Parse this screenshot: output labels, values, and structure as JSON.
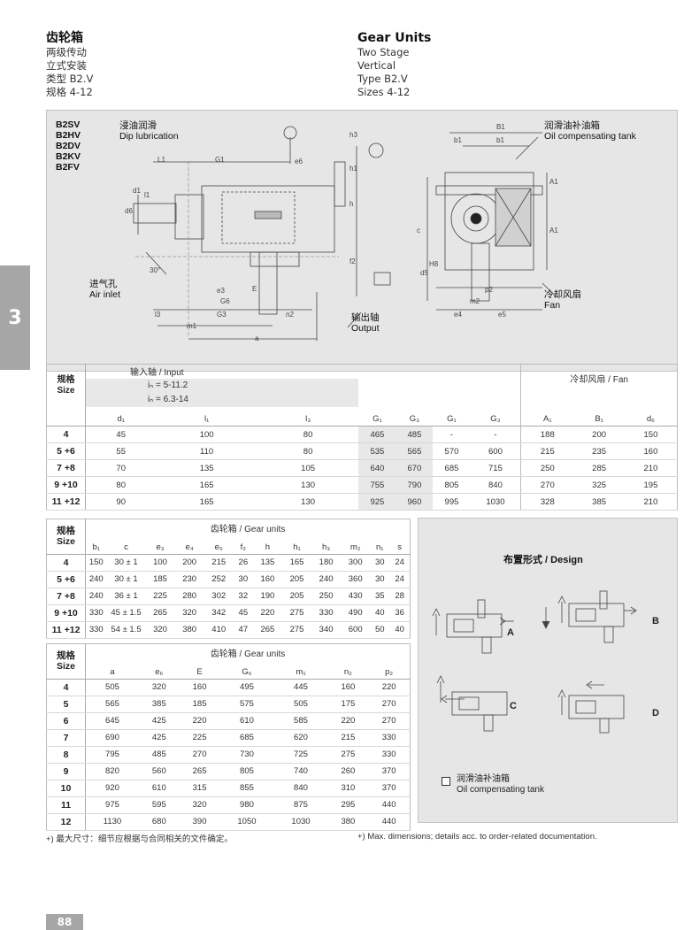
{
  "header_zh": {
    "title": "齿轮箱",
    "line1": "两级传动",
    "line2": "立式安装",
    "line3": "类型 B2.V",
    "line4": "规格 4-12"
  },
  "header_en": {
    "title": "Gear Units",
    "line1": "Two Stage",
    "line2": "Vertical",
    "line3": "Type B2.V",
    "line4": "Sizes 4-12"
  },
  "chapter_tab": "3",
  "drawing": {
    "types": [
      "B2SV",
      "B2HV",
      "B2DV",
      "B2KV",
      "B2FV"
    ],
    "dip_zh": "浸油润滑",
    "dip_en": "Dip lubrication",
    "air_zh": "进气孔",
    "air_en": "Air inlet",
    "output_zh": "输出轴",
    "output_en": "Output",
    "oil_zh": "润滑油补油箱",
    "oil_en": "Oil compensating tank",
    "fan_zh": "冷却风扇",
    "fan_en": "Fan",
    "angle": "30°",
    "dims": [
      "L1",
      "G1",
      "e6",
      "h3",
      "h1",
      "h",
      "d1",
      "d6",
      "l1",
      "f2",
      "e3",
      "E",
      "G6",
      "G3",
      "n2",
      "l3",
      "m1",
      "a",
      "B1",
      "b1",
      "b1",
      "c",
      "d5",
      "A1",
      "A1",
      "p2",
      "m2",
      "e4",
      "e5",
      "H8"
    ]
  },
  "table1": {
    "size_zh": "规格",
    "size_en": "Size",
    "input_label": "输入轴 / Input",
    "ratio1": "iₙ = 5-11.2",
    "ratio2": "iₙ = 6.3-14",
    "fan_label": "冷却风扇 / Fan",
    "headers": [
      "d₁",
      "l₁",
      "l₃",
      "G₁",
      "G₃",
      "G₁",
      "G₃",
      "A₁",
      "B₁",
      "d₆"
    ],
    "rows": [
      {
        "size": "4",
        "v": [
          "45",
          "100",
          "80",
          "465",
          "485",
          "-",
          "-",
          "188",
          "200",
          "150"
        ]
      },
      {
        "size": "5 +6",
        "v": [
          "55",
          "110",
          "80",
          "535",
          "565",
          "570",
          "600",
          "215",
          "235",
          "160"
        ]
      },
      {
        "size": "7 +8",
        "v": [
          "70",
          "135",
          "105",
          "640",
          "670",
          "685",
          "715",
          "250",
          "285",
          "210"
        ]
      },
      {
        "size": "9 +10",
        "v": [
          "80",
          "165",
          "130",
          "755",
          "790",
          "805",
          "840",
          "270",
          "325",
          "195"
        ]
      },
      {
        "size": "11 +12",
        "v": [
          "90",
          "165",
          "130",
          "925",
          "960",
          "995",
          "1030",
          "328",
          "385",
          "210"
        ]
      }
    ]
  },
  "table2": {
    "size_zh": "规格",
    "size_en": "Size",
    "title": "齿轮箱 / Gear units",
    "headers": [
      "b₁",
      "c",
      "e₃",
      "e₄",
      "e₅",
      "f₂",
      "h",
      "h₁",
      "h₃",
      "m₂",
      "n₁",
      "s"
    ],
    "rows": [
      {
        "size": "4",
        "v": [
          "150",
          "30 ± 1",
          "100",
          "200",
          "215",
          "26",
          "135",
          "165",
          "180",
          "300",
          "30",
          "24"
        ]
      },
      {
        "size": "5 +6",
        "v": [
          "240",
          "30 ± 1",
          "185",
          "230",
          "252",
          "30",
          "160",
          "205",
          "240",
          "360",
          "30",
          "24"
        ]
      },
      {
        "size": "7 +8",
        "v": [
          "240",
          "36 ± 1",
          "225",
          "280",
          "302",
          "32",
          "190",
          "205",
          "250",
          "430",
          "35",
          "28"
        ]
      },
      {
        "size": "9 +10",
        "v": [
          "330",
          "45 ± 1.5",
          "265",
          "320",
          "342",
          "45",
          "220",
          "275",
          "330",
          "490",
          "40",
          "36"
        ]
      },
      {
        "size": "11 +12",
        "v": [
          "330",
          "54 ± 1.5",
          "320",
          "380",
          "410",
          "47",
          "265",
          "275",
          "340",
          "600",
          "50",
          "40"
        ]
      }
    ]
  },
  "table3": {
    "size_zh": "规格",
    "size_en": "Size",
    "title": "齿轮箱 / Gear units",
    "headers": [
      "a",
      "e₆",
      "E",
      "G₆",
      "m₁",
      "n₂",
      "p₂"
    ],
    "rows": [
      {
        "size": "4",
        "v": [
          "505",
          "320",
          "160",
          "495",
          "445",
          "160",
          "220"
        ]
      },
      {
        "size": "5",
        "v": [
          "565",
          "385",
          "185",
          "575",
          "505",
          "175",
          "270"
        ]
      },
      {
        "size": "6",
        "v": [
          "645",
          "425",
          "220",
          "610",
          "585",
          "220",
          "270"
        ]
      },
      {
        "size": "7",
        "v": [
          "690",
          "425",
          "225",
          "685",
          "620",
          "215",
          "330"
        ]
      },
      {
        "size": "8",
        "v": [
          "795",
          "485",
          "270",
          "730",
          "725",
          "275",
          "330"
        ]
      },
      {
        "size": "9",
        "v": [
          "820",
          "560",
          "265",
          "805",
          "740",
          "260",
          "370"
        ]
      },
      {
        "size": "10",
        "v": [
          "920",
          "610",
          "315",
          "855",
          "840",
          "310",
          "370"
        ]
      },
      {
        "size": "11",
        "v": [
          "975",
          "595",
          "320",
          "980",
          "875",
          "295",
          "440"
        ]
      },
      {
        "size": "12",
        "v": [
          "1130",
          "680",
          "390",
          "1050",
          "1030",
          "380",
          "440"
        ]
      }
    ]
  },
  "design": {
    "title": "布置形式 / Design",
    "labels": [
      "A",
      "B",
      "C",
      "D"
    ],
    "legend_zh": "润滑油补油箱",
    "legend_en": "Oil compensating tank"
  },
  "footnote_zh": "+) 最大尺寸：细节应根据与合同相关的文件确定。",
  "footnote_en": "+) Max. dimensions; details acc. to order-related documentation.",
  "page_number": "88"
}
